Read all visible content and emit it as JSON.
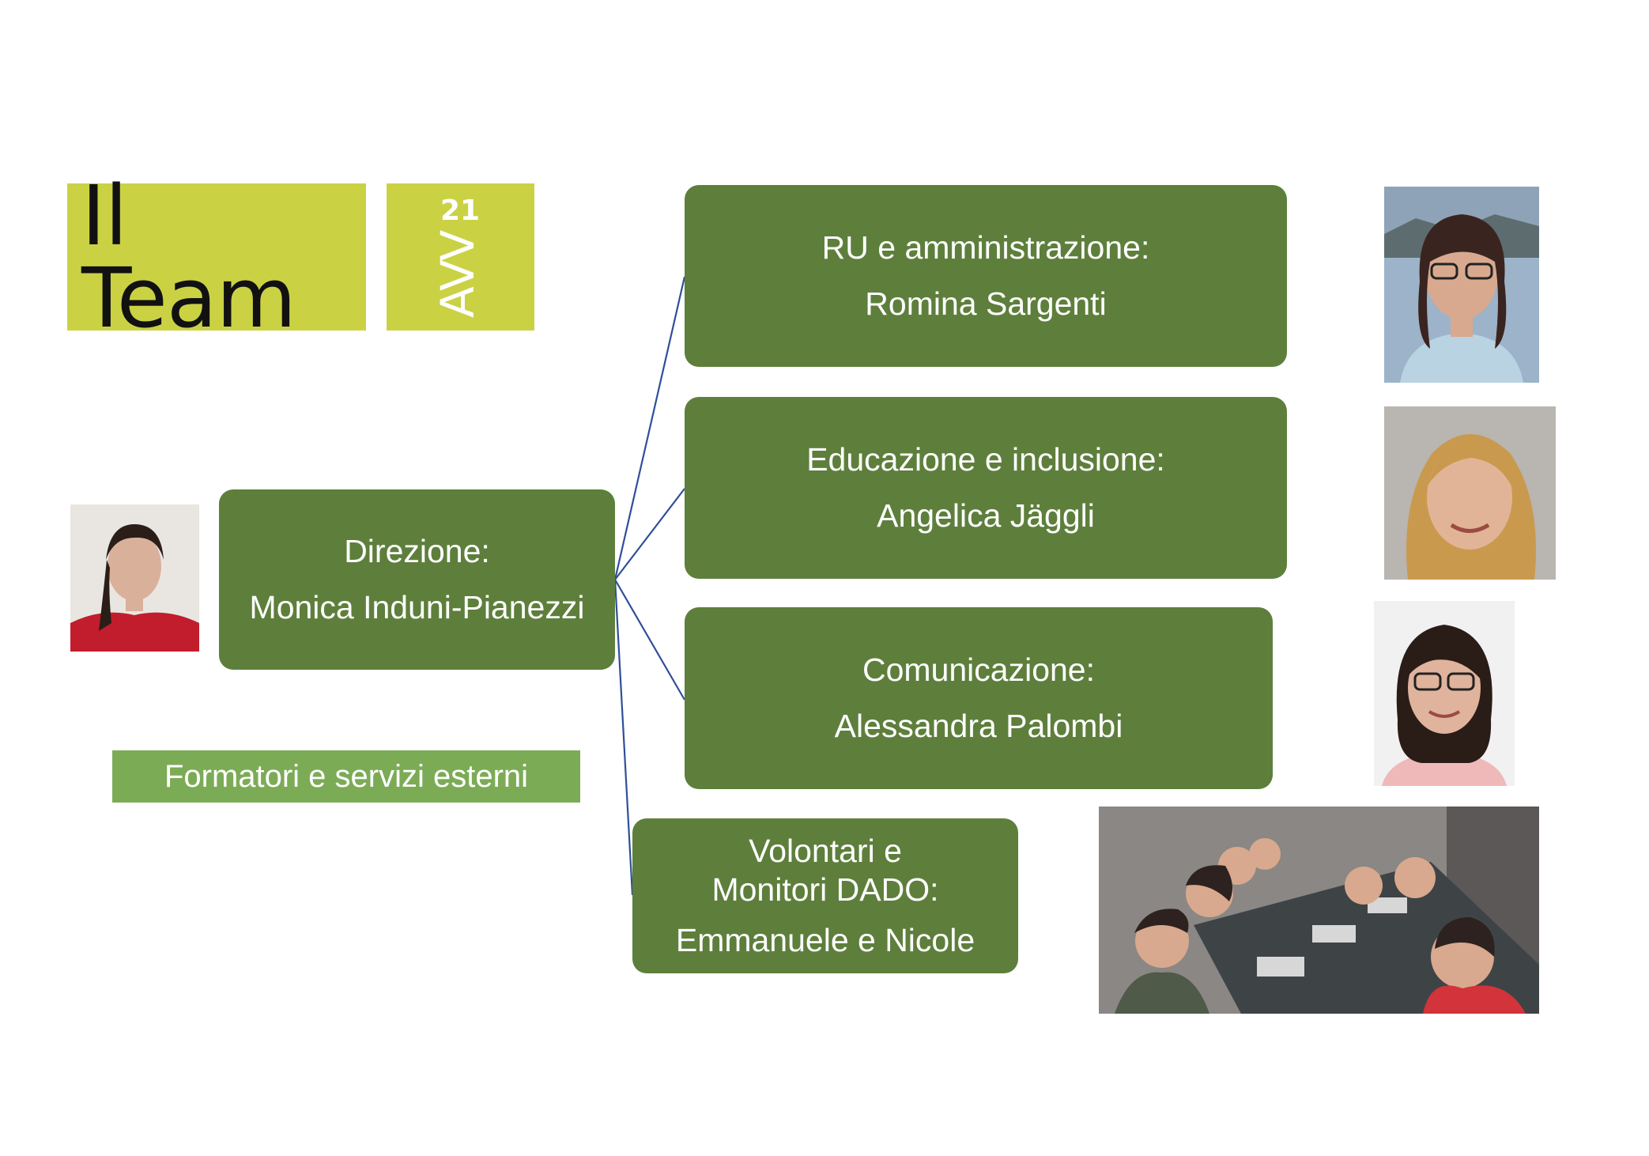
{
  "slide": {
    "title": "Il Team",
    "logo_text": "AVV",
    "logo_superscript": "21"
  },
  "direzione": {
    "role": "Direzione:",
    "person": "Monica Induni-Pianezzi"
  },
  "branches": [
    {
      "role": "RU e amministrazione:",
      "person": "Romina Sargenti"
    },
    {
      "role": "Educazione e inclusione:",
      "person": "Angelica Jäggli"
    },
    {
      "role": "Comunicazione:",
      "person": "Alessandra Palombi"
    },
    {
      "role_line1": "Volontari e",
      "role_line2": "Monitori DADO:",
      "person": "Emmanuele e Nicole"
    }
  ],
  "external": {
    "label": "Formatori e servizi esterni"
  },
  "colors": {
    "title_bg": "#cad244",
    "node_bg": "#5e7f3c",
    "external_bg": "#7cab56",
    "connector": "#2f4f9a"
  },
  "images": [
    {
      "name": "photo-monica",
      "type": "portrait"
    },
    {
      "name": "photo-romina",
      "type": "portrait"
    },
    {
      "name": "photo-angelica",
      "type": "portrait"
    },
    {
      "name": "photo-alessandra",
      "type": "portrait"
    },
    {
      "name": "photo-volunteers-group",
      "type": "group"
    }
  ]
}
